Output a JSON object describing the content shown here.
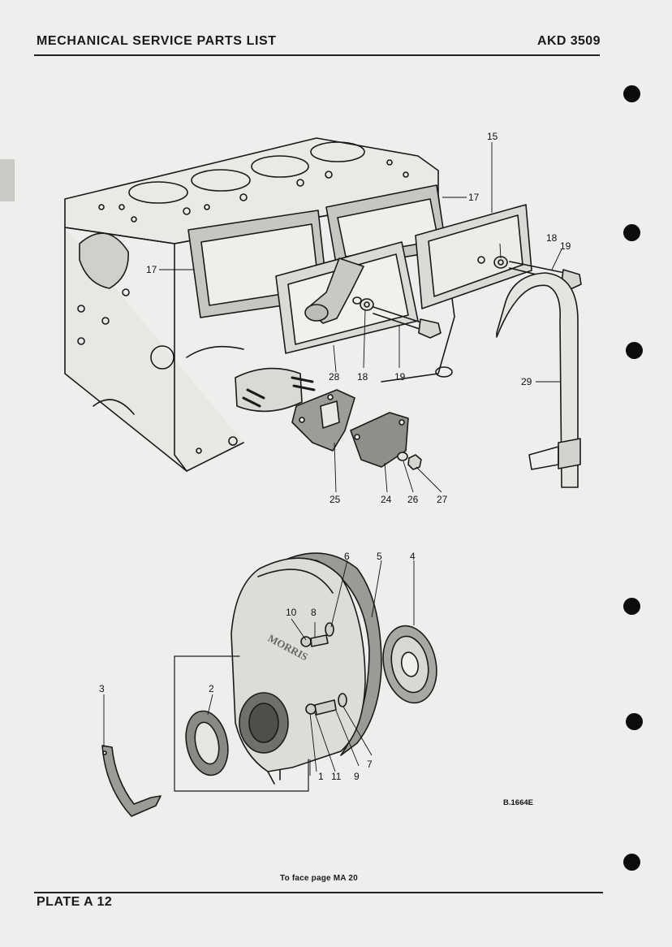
{
  "header": {
    "title": "MECHANICAL SERVICE PARTS LIST",
    "code": "AKD 3509"
  },
  "footer": {
    "plate": "PLATE A 12",
    "face_page": "To face page MA 20"
  },
  "drawing_ref": "B.1664E",
  "callouts": {
    "c15": "15",
    "c17a": "17",
    "c17b": "17",
    "c18a": "18",
    "c19a": "19",
    "c18b": "18",
    "c19b": "19",
    "c28": "28",
    "c29": "29",
    "c25": "25",
    "c24": "24",
    "c26": "26",
    "c27": "27",
    "c6": "6",
    "c5": "5",
    "c4": "4",
    "c10": "10",
    "c8": "8",
    "c3": "3",
    "c2": "2",
    "c1": "1",
    "c11": "11",
    "c9": "9",
    "c7": "7"
  },
  "colors": {
    "paper": "#eeeeec",
    "ink": "#1a1a1a",
    "hole": "#0c0c0c"
  }
}
